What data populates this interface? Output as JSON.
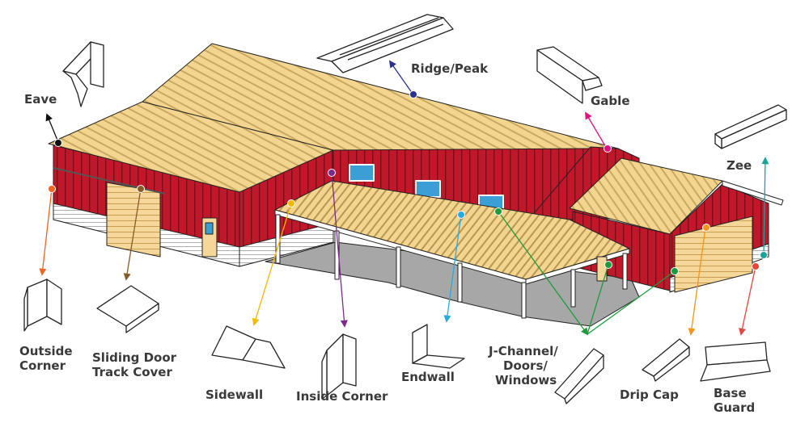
{
  "colors": {
    "wall_red": "#c0182b",
    "wall_red_dark": "#8f1020",
    "roof_tan": "#f3d58f",
    "roof_stripe": "#c9a860",
    "door_tan": "#f6d79a",
    "slab_gray": "#a7a7a7",
    "trim_white": "#ffffff",
    "window_blue": "#3b9fd6",
    "outline": "#222222"
  },
  "labels": {
    "eave": "Eave",
    "ridge_peak": "Ridge/Peak",
    "gable": "Gable",
    "zee": "Zee",
    "outside_corner": [
      "Outside",
      "Corner"
    ],
    "sliding_door_track_cover": [
      "Sliding Door",
      "Track Cover"
    ],
    "sidewall": "Sidewall",
    "inside_corner": "Inside Corner",
    "endwall": "Endwall",
    "j_channel": [
      "J-Channel/",
      "Doors/",
      "Windows"
    ],
    "drip_cap": "Drip Cap",
    "base_guard": [
      "Base",
      "Guard"
    ]
  },
  "callouts": [
    {
      "id": "eave",
      "dot_color": "#111111"
    },
    {
      "id": "ridge-peak",
      "dot_color": "#2b2f8f"
    },
    {
      "id": "gable",
      "dot_color": "#e0117f"
    },
    {
      "id": "zee",
      "dot_color": "#1aa59a"
    },
    {
      "id": "outside-corner",
      "dot_color": "#f26522"
    },
    {
      "id": "sliding-door-track-cover",
      "dot_color": "#8b5a2b"
    },
    {
      "id": "sidewall",
      "dot_color": "#f5b800"
    },
    {
      "id": "inside-corner",
      "dot_color": "#7a2c8c"
    },
    {
      "id": "endwall",
      "dot_color": "#27a9e1"
    },
    {
      "id": "j-channel",
      "dot_color": "#1e9c3c"
    },
    {
      "id": "drip-cap",
      "dot_color": "#f7941d"
    },
    {
      "id": "base-guard",
      "dot_color": "#e8453c"
    }
  ]
}
